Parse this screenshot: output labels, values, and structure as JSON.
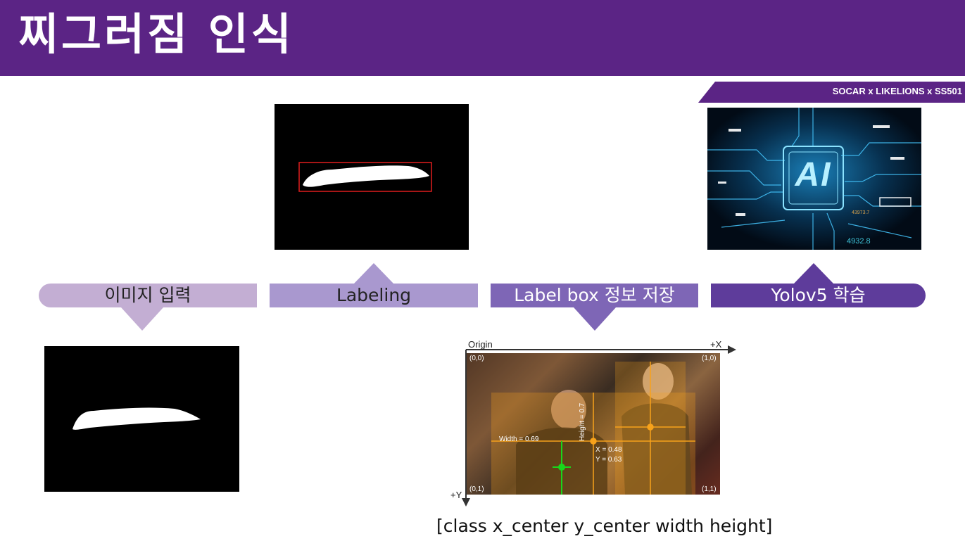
{
  "header": {
    "title": "찌그러짐 인식"
  },
  "brand": {
    "label": "SOCAR x LIKELIONS x SS501"
  },
  "steps": [
    {
      "label": "이미지 입력",
      "color": "#c3aed3"
    },
    {
      "label": "Labeling",
      "color": "#a998cf"
    },
    {
      "label": "Label box 정보 저장",
      "color": "#7e66b6"
    },
    {
      "label": "Yolov5 학습",
      "color": "#5e3c9b"
    }
  ],
  "ai_image": {
    "ai_text": "AI",
    "numbers": [
      "4932.8",
      "43973.7"
    ]
  },
  "bbox_diagram": {
    "origin": "Origin",
    "x_axis": "+X",
    "y_axis": "+Y",
    "corners": {
      "top_left": "(0,0)",
      "top_right": "(1,0)",
      "bottom_left": "(0,1)",
      "bottom_right": "(1,1)"
    },
    "width_label": "Width = 0.69",
    "height_label": "Height = 0.7",
    "x_label": "X = 0.48",
    "y_label": "Y = 0.63"
  },
  "formula": "[class x_center y_center width height]",
  "colors": {
    "header": "#5b2485",
    "bbox_line": "#f7a21b",
    "bbox_green": "#19d61c"
  },
  "icons": {
    "car_mask": "car-dent-silhouette",
    "ai_background": "ai-circuit-image"
  }
}
